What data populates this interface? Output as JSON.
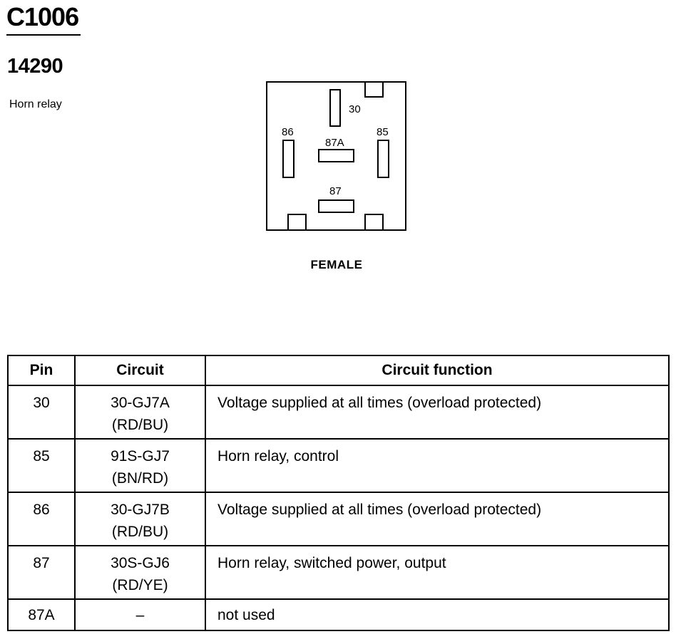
{
  "header": {
    "connector_id": "C1006",
    "part_number": "14290",
    "description": "Horn relay"
  },
  "diagram": {
    "gender": "FEMALE",
    "pins": [
      {
        "label": "30"
      },
      {
        "label": "86"
      },
      {
        "label": "87A"
      },
      {
        "label": "85"
      },
      {
        "label": "87"
      }
    ]
  },
  "table": {
    "headers": [
      "Pin",
      "Circuit",
      "Circuit function"
    ],
    "rows": [
      {
        "pin": "30",
        "circuit": "30-GJ7A",
        "color": "(RD/BU)",
        "function": "Voltage supplied at all times (overload protected)"
      },
      {
        "pin": "85",
        "circuit": "91S-GJ7",
        "color": "(BN/RD)",
        "function": "Horn relay, control"
      },
      {
        "pin": "86",
        "circuit": "30-GJ7B",
        "color": "(RD/BU)",
        "function": "Voltage supplied at all times (overload protected)"
      },
      {
        "pin": "87",
        "circuit": "30S-GJ6",
        "color": "(RD/YE)",
        "function": "Horn relay, switched power, output"
      },
      {
        "pin": "87A",
        "circuit": "–",
        "color": "",
        "function": "not used"
      }
    ]
  }
}
